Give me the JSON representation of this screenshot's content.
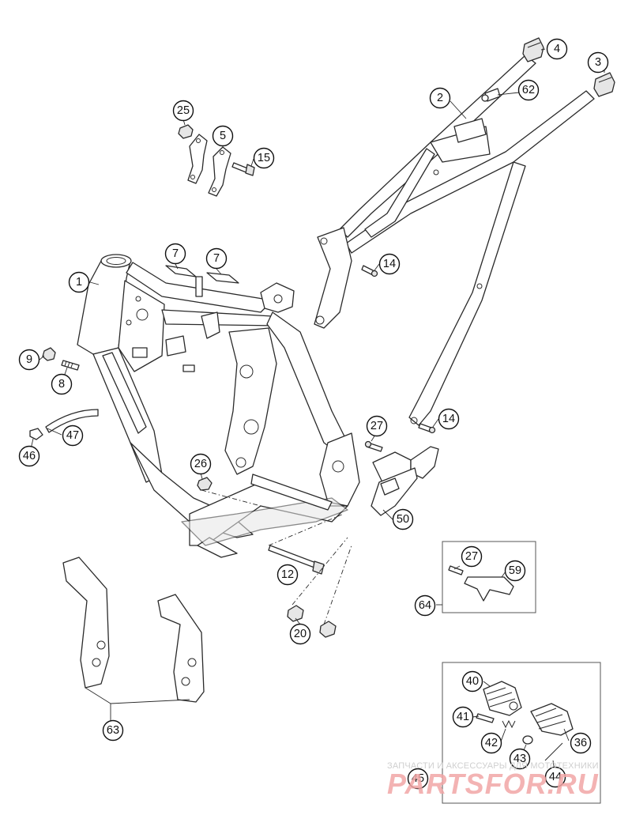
{
  "callouts": [
    {
      "id": "c1",
      "label": "1"
    },
    {
      "id": "c2",
      "label": "2"
    },
    {
      "id": "c3",
      "label": "3"
    },
    {
      "id": "c4",
      "label": "4"
    },
    {
      "id": "c5",
      "label": "5"
    },
    {
      "id": "c7a",
      "label": "7"
    },
    {
      "id": "c7b",
      "label": "7"
    },
    {
      "id": "c8",
      "label": "8"
    },
    {
      "id": "c9",
      "label": "9"
    },
    {
      "id": "c12",
      "label": "12"
    },
    {
      "id": "c14a",
      "label": "14"
    },
    {
      "id": "c14b",
      "label": "14"
    },
    {
      "id": "c15",
      "label": "15"
    },
    {
      "id": "c20",
      "label": "20"
    },
    {
      "id": "c25",
      "label": "25"
    },
    {
      "id": "c26",
      "label": "26"
    },
    {
      "id": "c27a",
      "label": "27"
    },
    {
      "id": "c27b",
      "label": "27"
    },
    {
      "id": "c36",
      "label": "36"
    },
    {
      "id": "c40",
      "label": "40"
    },
    {
      "id": "c41",
      "label": "41"
    },
    {
      "id": "c42",
      "label": "42"
    },
    {
      "id": "c43",
      "label": "43"
    },
    {
      "id": "c44",
      "label": "44"
    },
    {
      "id": "c45",
      "label": "45"
    },
    {
      "id": "c46",
      "label": "46"
    },
    {
      "id": "c47",
      "label": "47"
    },
    {
      "id": "c50",
      "label": "50"
    },
    {
      "id": "c59",
      "label": "59"
    },
    {
      "id": "c62",
      "label": "62"
    },
    {
      "id": "c63",
      "label": "63"
    },
    {
      "id": "c64",
      "label": "64"
    }
  ],
  "watermark": {
    "top_text": "ЗАПЧАСТИ И АКСЕССУАРЫ ДЛЯ МОТОТЕХНИКИ",
    "brand": "PARTSFOR.RU"
  }
}
